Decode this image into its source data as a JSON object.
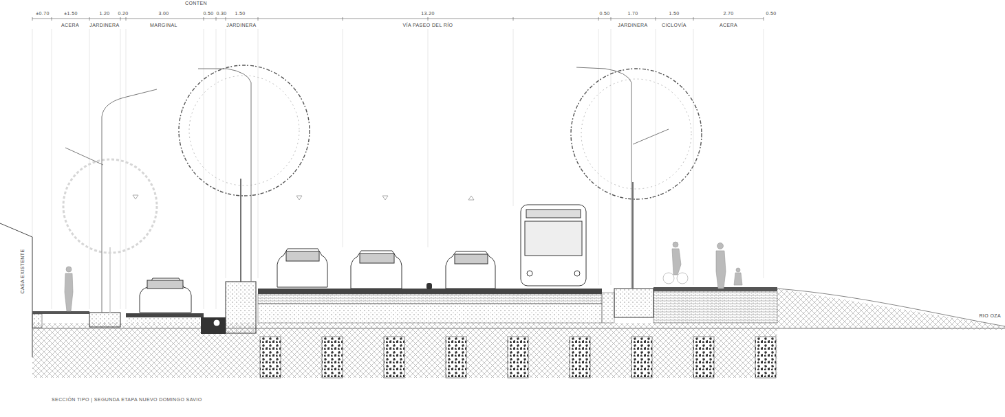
{
  "diagram": {
    "caption": "SECCIÓN TIPO | SEGUNDA ETAPA NUEVO DOMINGO SAVIO",
    "labels": [
      "±0.70",
      "±1.50",
      "1.20",
      "0.20",
      "3.00",
      "0.50",
      "0.30",
      "1.50",
      "13.20",
      "0.50",
      "1.70",
      "1.50",
      "2.70",
      "0.50",
      "CONTEN",
      "ACERA",
      "JARDINERA",
      "MARGINAL",
      "JARDINERA",
      "VÍA PASEO DEL RÍO",
      "JARDINERA",
      "CICLOVÍA",
      "ACERA",
      "CASA EXISTENTE",
      "RIO OZA"
    ]
  }
}
